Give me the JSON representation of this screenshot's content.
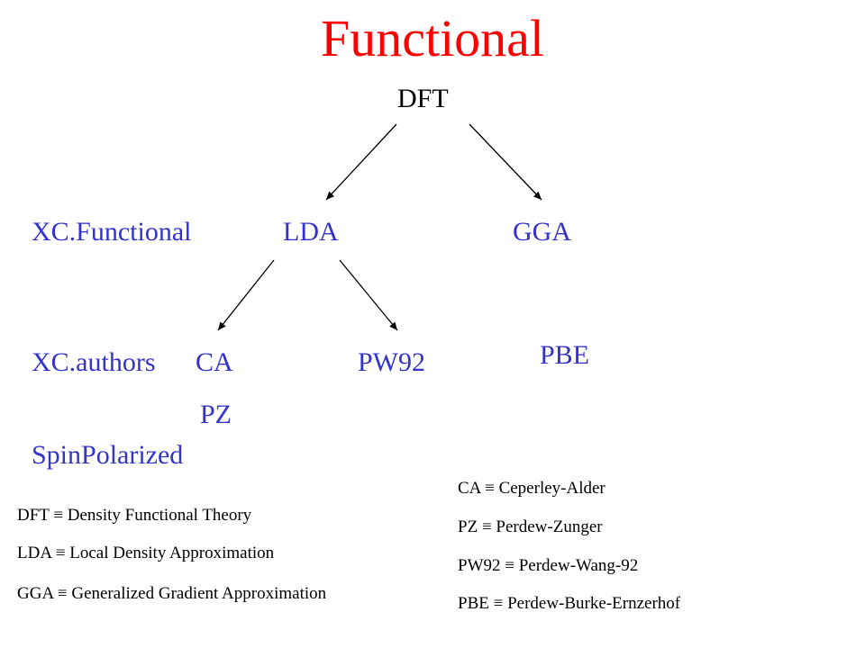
{
  "title": "Functional",
  "nodes": {
    "root": "DFT",
    "lda": "LDA",
    "gga": "GGA",
    "ca": "CA",
    "pw92": "PW92",
    "pbe": "PBE",
    "pz": "PZ"
  },
  "row_labels": {
    "xc_functional": "XC.Functional",
    "xc_authors": "XC.authors",
    "spin_polarized": "SpinPolarized"
  },
  "glossary_left": [
    {
      "abbr": "DFT",
      "symbol": "≡",
      "meaning": "Density Functional Theory"
    },
    {
      "abbr": "LDA",
      "symbol": "≡",
      "meaning": "Local Density Approximation"
    },
    {
      "abbr": "GGA",
      "symbol": "≡",
      "meaning": "Generalized Gradient Approximation"
    }
  ],
  "glossary_right": [
    {
      "abbr": "CA",
      "symbol": "≡",
      "meaning": "Ceperley-Alder"
    },
    {
      "abbr": "PZ",
      "symbol": "≡",
      "meaning": "Perdew-Zunger"
    },
    {
      "abbr": "PW92",
      "symbol": "≡",
      "meaning": "Perdew-Wang-92"
    },
    {
      "abbr": "PBE",
      "symbol": "≡",
      "meaning": "Perdew-Burke-Ernzerhof"
    }
  ],
  "colors": {
    "title": "#ff0000",
    "node_text": "#3333cc",
    "root_text": "#000000",
    "arrow": "#000000"
  }
}
